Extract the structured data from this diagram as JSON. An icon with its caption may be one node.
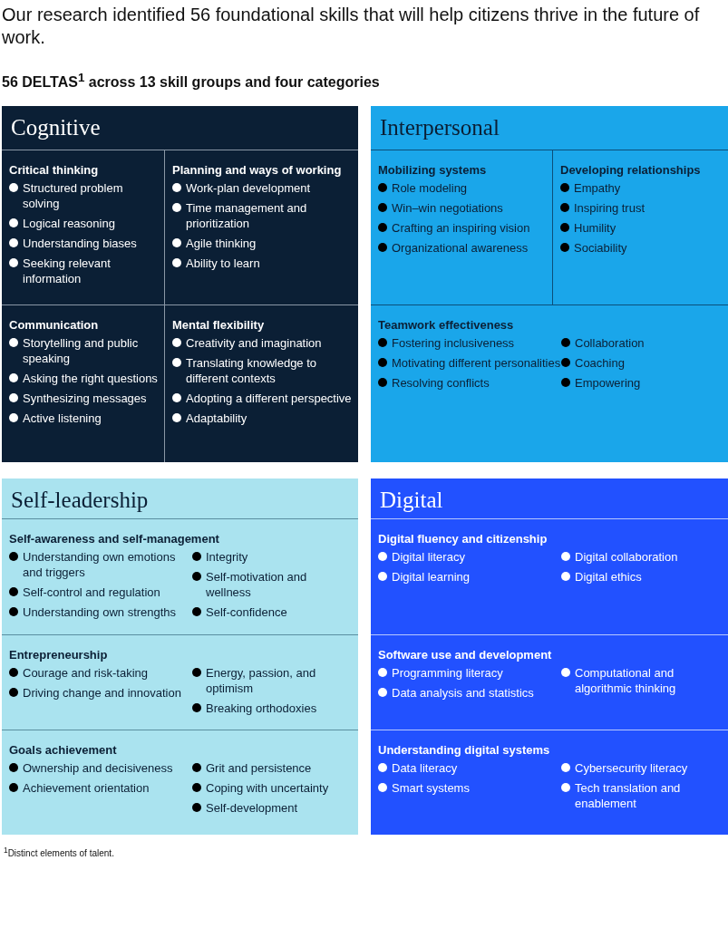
{
  "diagram": {
    "title": "Our research identified 56 foundational skills that will help citizens thrive in the future of work.",
    "nodes": [
      {
        "text": [
          "Cognitive"
        ]
      },
      {
        "text": [
          "Critical thinking",
          "Structured problem solving",
          "Logical reasoning",
          "Understanding biases",
          "Seeking relevant information"
        ],
        "in": 0
      },
      {
        "text": [
          "Planning and ways of working",
          "Work-plan development",
          "Time management and prioritization",
          "Agile thinking",
          "Ability to learn"
        ],
        "in": 0
      },
      {
        "text": [
          "Communication",
          "Storytelling and public speaking",
          "Asking the right questions",
          "Synthesizing messages",
          "Active listening"
        ],
        "in": 0
      },
      {
        "text": [
          "Mental flexibility",
          "Creativity and imagination",
          "Translating knowledge to different contexts",
          "Adopting a different perspective",
          "Adaptability"
        ],
        "in": 0
      },
      {
        "text": [
          "Interpersonal"
        ]
      },
      {
        "text": [
          "Mobilizing systems",
          "Role modeling",
          "Win–win negotiations",
          "Crafting an inspiring vision",
          "Organizational awareness"
        ],
        "in": 5
      },
      {
        "text": [
          "Developing relationships",
          "Empathy",
          "Inspiring trust",
          "Humility",
          "Sociability"
        ],
        "in": 5
      },
      {
        "text": [
          "Teamwork effectiveness",
          "Fostering inclusiveness",
          "Motivating different personalities",
          "Resolving conflicts",
          "Collaboration",
          "Coaching",
          "Empowering"
        ],
        "in": 5
      },
      {
        "text": [
          "Self-leadership"
        ]
      },
      {
        "text": [
          "Self-awareness and self-management",
          "Understanding own emotions and triggers",
          "Self-control and regulation",
          "Understanding own strengths",
          "Integrity",
          "Self-motivation and wellness",
          "Self-confidence"
        ],
        "in": 9
      },
      {
        "text": [
          "Entrepreneurship",
          "Courage and risk-taking",
          "Driving change and innovation",
          "Energy, passion, and optimism",
          "Breaking orthodoxies"
        ],
        "in": 9
      },
      {
        "text": [
          "Goals achievement",
          "Ownership and decisiveness",
          "Achievement orientation",
          "Grit and persistence",
          "Coping with uncertainty",
          "Self-development"
        ],
        "in": 9
      },
      {
        "text": [
          "Digital"
        ]
      },
      {
        "text": [
          "Digital fluency and citizenship",
          "Digital literacy",
          "Digital learning",
          "Digital collaboration",
          "Digital ethics"
        ],
        "in": 13
      },
      {
        "text": [
          "Software use and development",
          "Programming literacy",
          "Data analysis and statistics",
          "Computational and algorithmic thinking"
        ],
        "in": 13
      },
      {
        "text": [
          "Understanding digital systems",
          "Data literacy",
          "Smart systems",
          "Cybersecurity literacy",
          "Tech translation and enablement"
        ],
        "in": 13
      }
    ],
    "labels": [
      "56 DELTAS$^{1}$ across 13 skill groups and four categories",
      "$^{1}$Distinct elements of talent."
    ]
  }
}
